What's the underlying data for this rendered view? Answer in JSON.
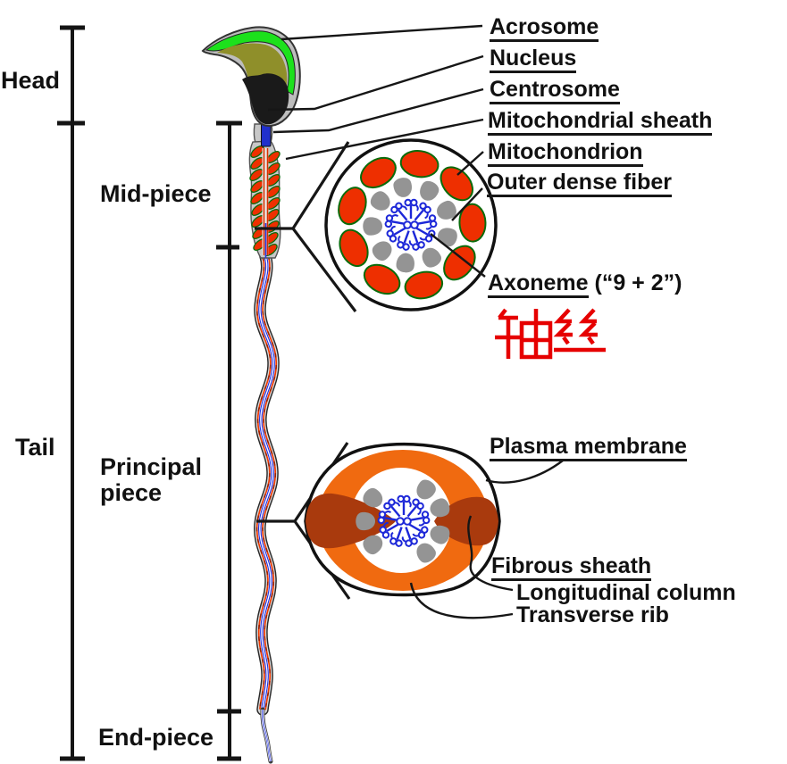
{
  "figure": {
    "type": "sperm-anatomy-diagram"
  },
  "regions": {
    "head": "Head",
    "tail": "Tail",
    "mid_piece": "Mid-piece",
    "principal_piece": "Principal piece",
    "end_piece": "End-piece"
  },
  "labels": {
    "acrosome": "Acrosome",
    "nucleus": "Nucleus",
    "centrosome": "Centrosome",
    "mitochondrial_sheath": "Mitochondrial sheath",
    "mitochondrion": "Mitochondrion",
    "outer_dense_fiber": "Outer dense fiber",
    "axoneme": "Axoneme",
    "axoneme_suffix": " (“9 + 2”)",
    "axoneme_annotation_cn": "轴丝",
    "plasma_membrane": "Plasma membrane",
    "fibrous_sheath": "Fibrous sheath",
    "longitudinal_column": "Longitudinal column",
    "transverse_rib": "Transverse rib"
  },
  "colors": {
    "acrosome_green": "#1ce11c",
    "nucleus_olive": "#8f8f2a",
    "nucleus_black": "#1a1a1a",
    "centrosome_blue": "#2030cc",
    "mitochondria_red": "#ee2f00",
    "mitochondria_outline_green": "#0a6b0a",
    "dense_fiber_gray": "#949494",
    "axoneme_blue": "#1c27d8",
    "fibrous_sheath_orange": "#f06a10",
    "longitudinal_column_darkred": "#a93a0d",
    "annotation_red": "#e60000",
    "line_black": "#161616"
  }
}
